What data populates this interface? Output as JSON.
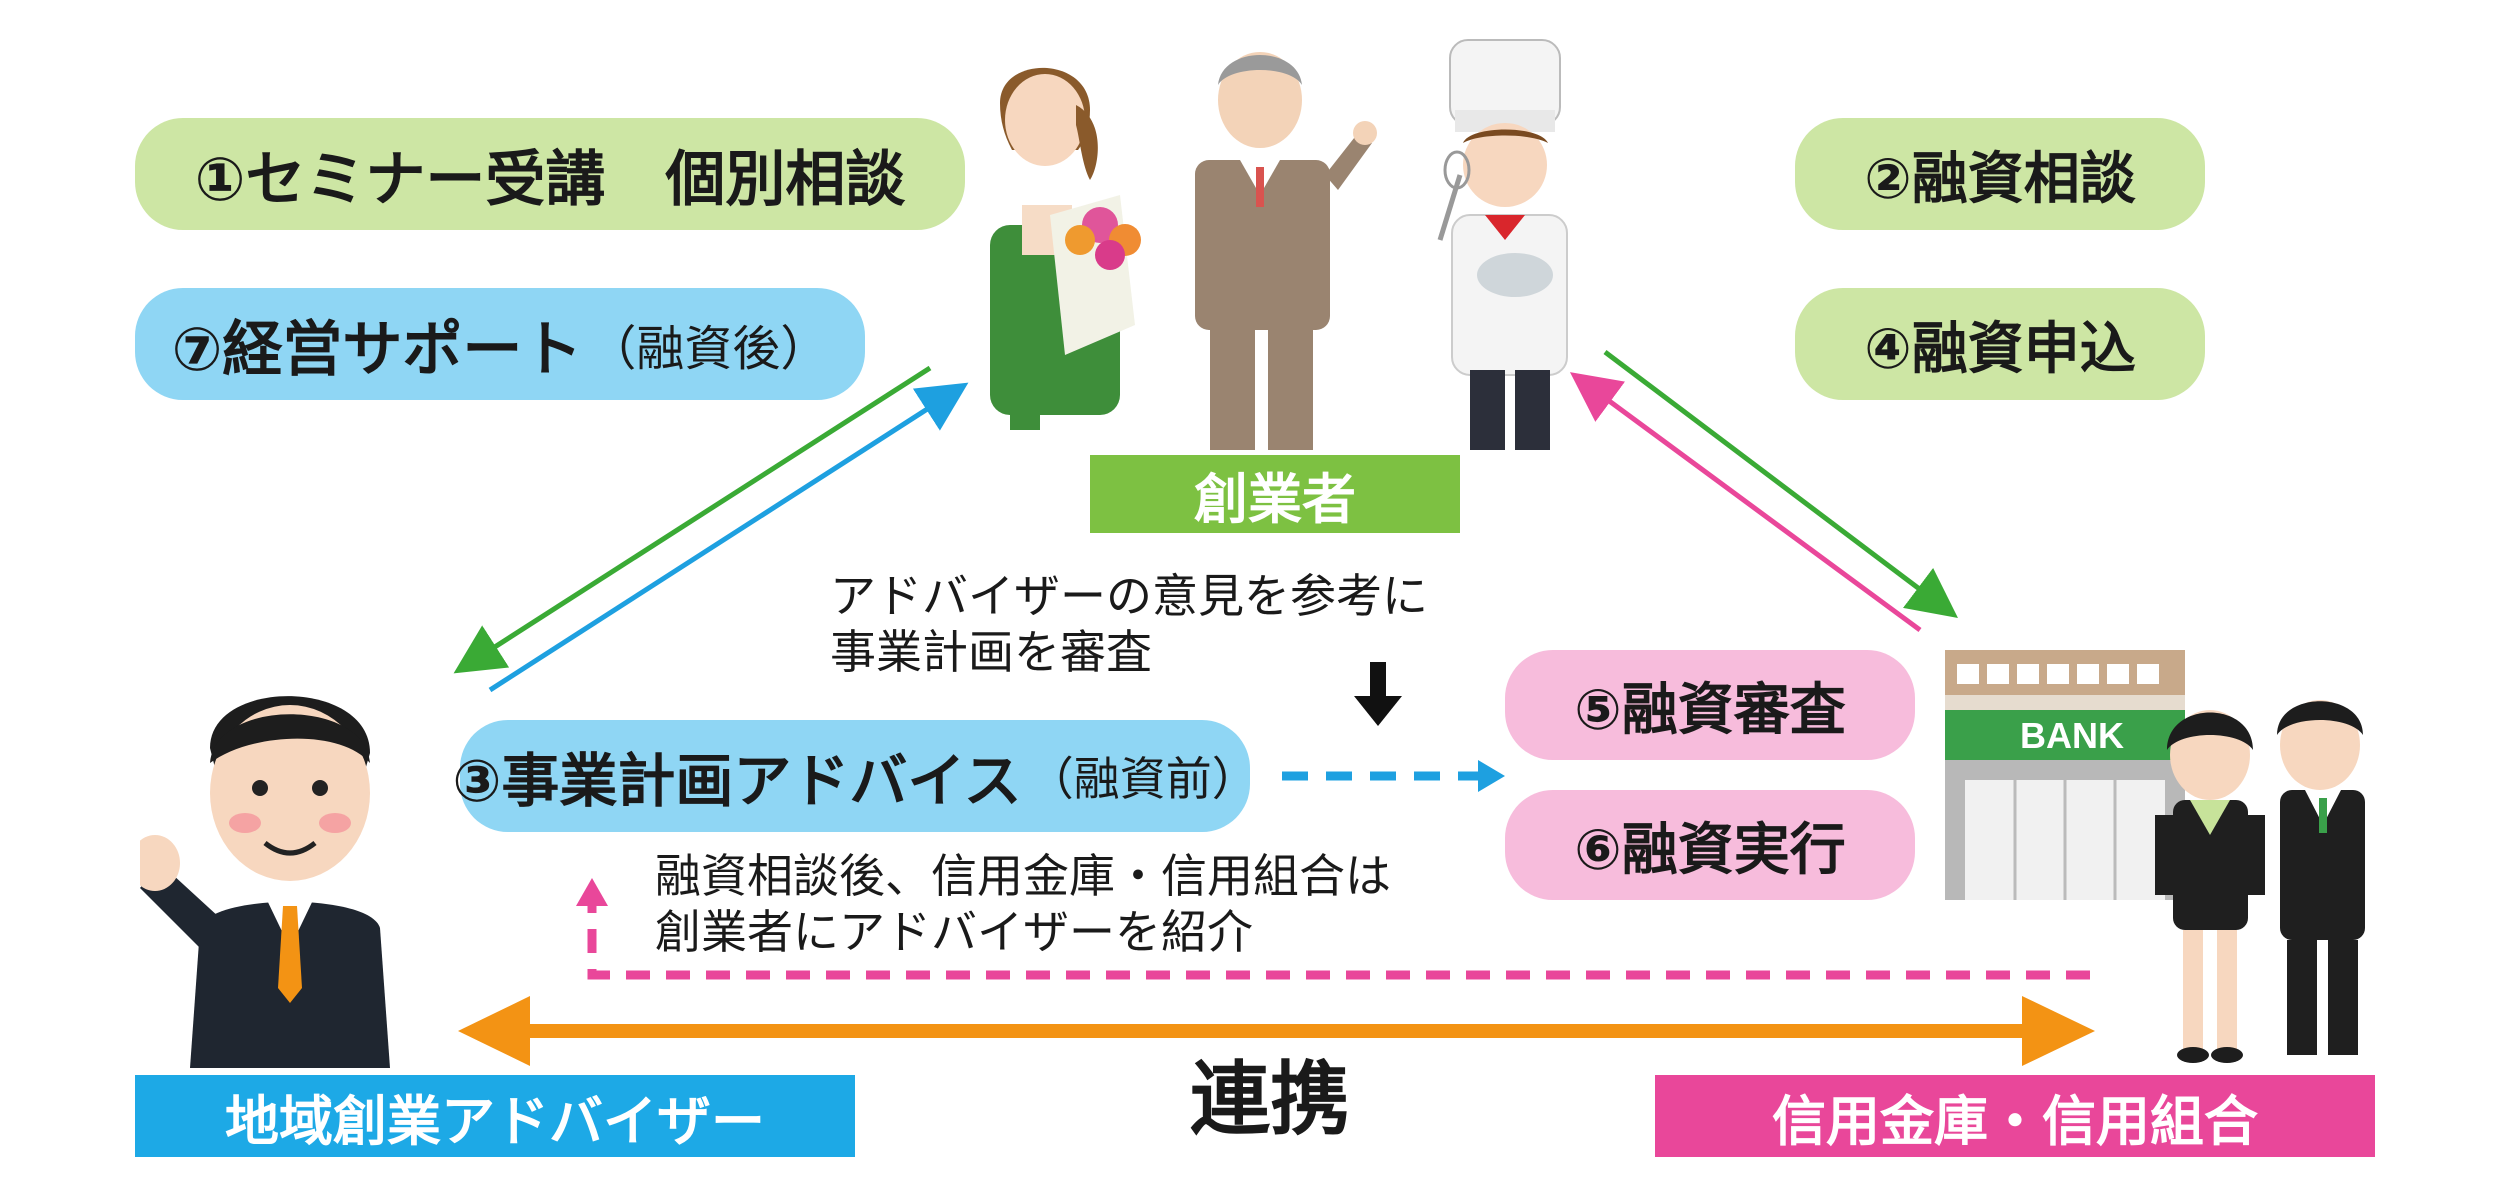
{
  "steps": {
    "s1": "①セミナー受講　個別相談",
    "s2": "②融資相談",
    "s3_main": "③事業計画アドバイス",
    "s3_sub": "（融資前）",
    "s4": "④融資申込",
    "s5": "⑤融資審査",
    "s6": "⑥融資実行",
    "s7_main": "⑦経営サポート",
    "s7_sub": "（融資後）"
  },
  "actors": {
    "founder": "創業者",
    "adviser": "地域創業アドバイザー",
    "bank_group": "信用金庫・信用組合",
    "bank_sign": "BANK"
  },
  "notes": {
    "review_line1": "アドバイザーの意見を参考に",
    "review_line2": "事業計画を審査",
    "referral_line1": "融資相談後、信用金庫・信用組合は",
    "referral_line2": "創業者にアドバイザーを紹介"
  },
  "center_label": "連携",
  "colors": {
    "green_pill": "#cde6a4",
    "blue_pill": "#8fd6f4",
    "pink_pill": "#f7bcdc",
    "founder_label": "#7dc142",
    "adviser_label": "#1da9e6",
    "bank_label": "#e9479a",
    "arrow_green": "#3aaa35",
    "arrow_blue": "#1ea0e0",
    "arrow_pink": "#e9479a",
    "arrow_orange": "#f39314"
  }
}
